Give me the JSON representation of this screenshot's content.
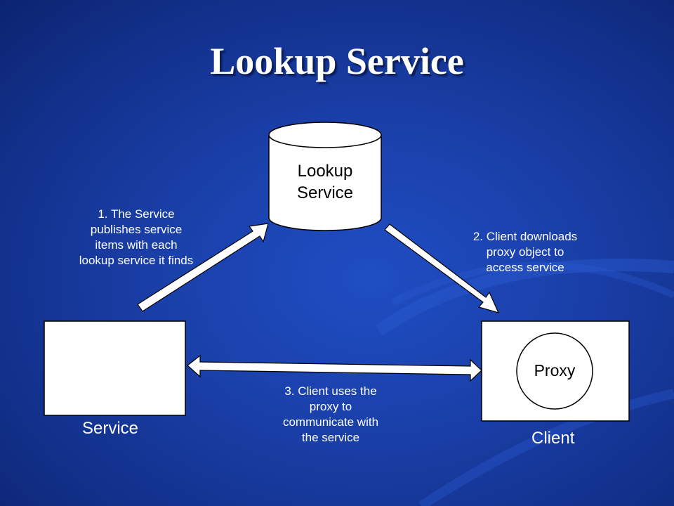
{
  "slide": {
    "title": "Lookup Service"
  },
  "nodes": {
    "lookup": {
      "label": "Lookup\nService"
    },
    "service": {
      "label": "Service"
    },
    "client": {
      "label": "Client"
    },
    "proxy": {
      "label": "Proxy"
    }
  },
  "edges": {
    "publish": {
      "note": "1. The Service\npublishes service\nitems with each\nlookup service it finds"
    },
    "download": {
      "note": "2. Client downloads\nproxy object to\naccess service"
    },
    "communicate": {
      "note": "3. Client uses the\nproxy to\ncommunicate with\nthe service"
    }
  },
  "colors": {
    "background": "#1a3fa8",
    "shape_fill": "#ffffff",
    "stroke": "#000000",
    "text": "#ffffff"
  }
}
